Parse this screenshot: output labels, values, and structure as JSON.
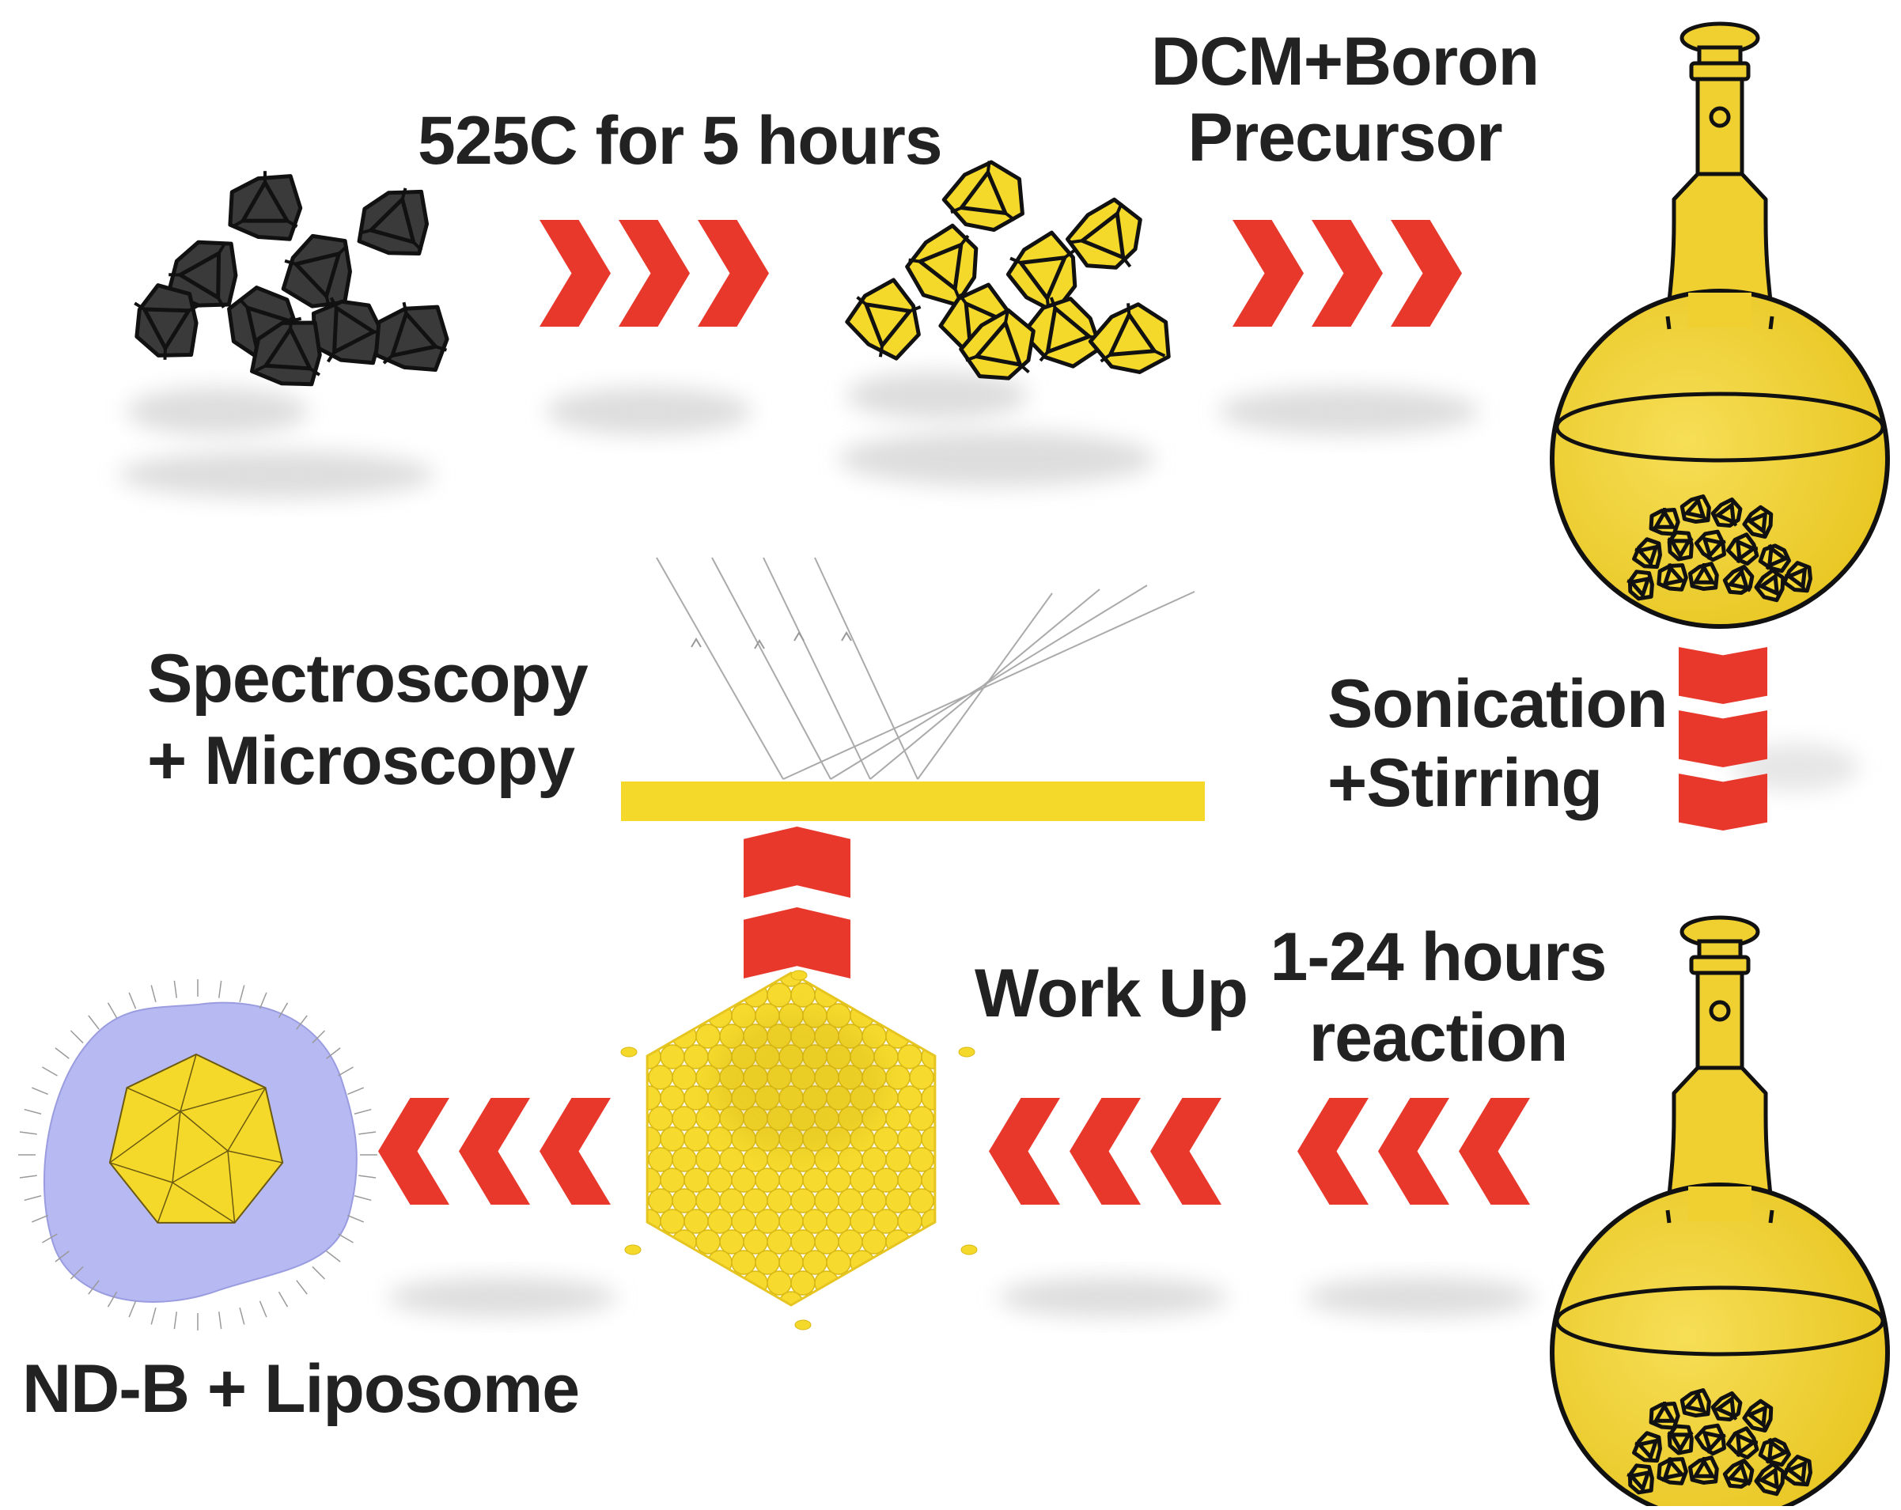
{
  "labels": {
    "step1": "525C for 5 hours",
    "step2_line1": "DCM+Boron",
    "step2_line2": "Precursor",
    "step3_line1": "Sonication",
    "step3_line2": "+Stirring",
    "step4_line1": "1-24 hours",
    "step4_line2": "reaction",
    "step5": "Work Up",
    "step6_line1": "Spectroscopy",
    "step6_line2": "+ Microscopy",
    "product": "ND-B + Liposome"
  },
  "colors": {
    "arrow": "#e8382c",
    "gold": "#f5d92a",
    "gold_dark": "#e8c41a",
    "flask_body": "#f2d53a",
    "dark_particle": "#3a3a3a",
    "liposome": "#b7b9f2",
    "text": "#222222"
  },
  "icons": [
    "dark-nanodiamond-cluster-icon",
    "yellow-nanodiamond-cluster-icon",
    "round-flask-icon",
    "reflection-substrate-icon",
    "nanoparticle-sphere-cluster-icon",
    "liposome-nanodiamond-icon",
    "chevron-arrow-icon"
  ]
}
